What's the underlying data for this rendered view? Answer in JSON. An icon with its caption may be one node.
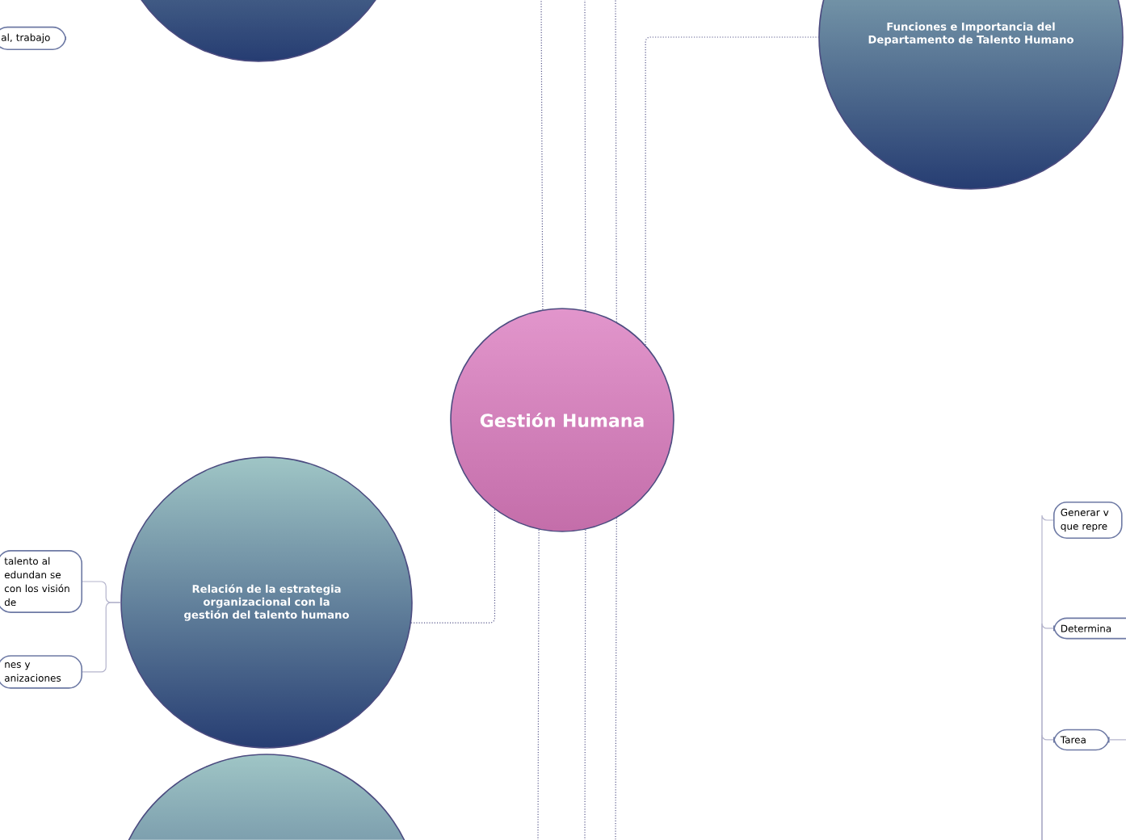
{
  "diagram": {
    "nodes": [
      {
        "text": [
          "Gestión Humana"
        ]
      },
      {
        "text": [],
        "shape": "circle"
      },
      {
        "text": [
          "al, trabajo"
        ]
      },
      {
        "text": [
          "Funciones e Importancia del Departamento de Talento Humano"
        ]
      },
      {
        "text": [
          "Relación de la estrategia organizacional con la gestión del talento humano"
        ]
      },
      {
        "text": [
          "talento al edundan se con los visión de"
        ]
      },
      {
        "text": [
          "nes y anizaciones"
        ]
      },
      {
        "text": [],
        "shape": "circle"
      },
      {
        "text": [
          "Generar v que repre"
        ]
      },
      {
        "text": [
          "Determina"
        ]
      },
      {
        "text": [
          "Tarea"
        ]
      }
    ],
    "edges": [
      {
        "from": 0,
        "to": 3,
        "arrow": "none",
        "style": "dashed"
      },
      {
        "from": 0,
        "to": 4,
        "arrow": "none",
        "style": "dashed"
      },
      {
        "from": 4,
        "to": 5,
        "arrow": "none",
        "color": "#b4b4cc"
      },
      {
        "from": 4,
        "to": 6,
        "arrow": "none",
        "color": "#b4b4cc"
      },
      {
        "from": 0,
        "to": null,
        "arrow": "none",
        "style": "dashed"
      },
      {
        "from": 0,
        "to": null,
        "arrow": "none",
        "style": "dashed"
      },
      {
        "from": 0,
        "to": null,
        "arrow": "none",
        "style": "dashed"
      },
      {
        "from": 0,
        "to": null,
        "arrow": "none",
        "style": "dashed"
      },
      {
        "from": 0,
        "to": null,
        "arrow": "none",
        "style": "dashed"
      },
      {
        "from": 0,
        "to": null,
        "arrow": "none",
        "style": "dashed"
      },
      {
        "from": null,
        "to": 8,
        "arrow": "none",
        "color": "#b4b4cc"
      },
      {
        "from": null,
        "to": 9,
        "arrow": "none",
        "color": "#b4b4cc"
      },
      {
        "from": null,
        "to": 10,
        "arrow": "none",
        "color": "#b4b4cc"
      },
      {
        "from": 10,
        "to": null,
        "arrow": "none",
        "color": "#b4b4cc"
      }
    ]
  }
}
